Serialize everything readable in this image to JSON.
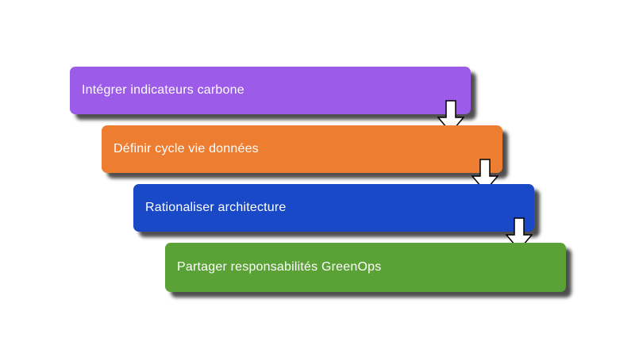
{
  "diagram": {
    "type": "staggered-process-flow",
    "background_color": "#FFFFFF",
    "text_color": "#FFFFFF",
    "steps": [
      {
        "label": "Intégrer indicateurs carbone",
        "color": "#9C5BE8"
      },
      {
        "label": "Définir cycle vie données",
        "color": "#ED7D31"
      },
      {
        "label": "Rationaliser architecture",
        "color": "#1A49C8"
      },
      {
        "label": "Partager responsabilités GreenOps",
        "color": "#5BA236"
      }
    ],
    "connectors": [
      {
        "icon": "down-arrow-icon",
        "fill": "#FFFFFF",
        "outline": "#000000"
      },
      {
        "icon": "down-arrow-icon",
        "fill": "#FFFFFF",
        "outline": "#000000"
      },
      {
        "icon": "down-arrow-icon",
        "fill": "#FFFFFF",
        "outline": "#000000"
      }
    ]
  }
}
